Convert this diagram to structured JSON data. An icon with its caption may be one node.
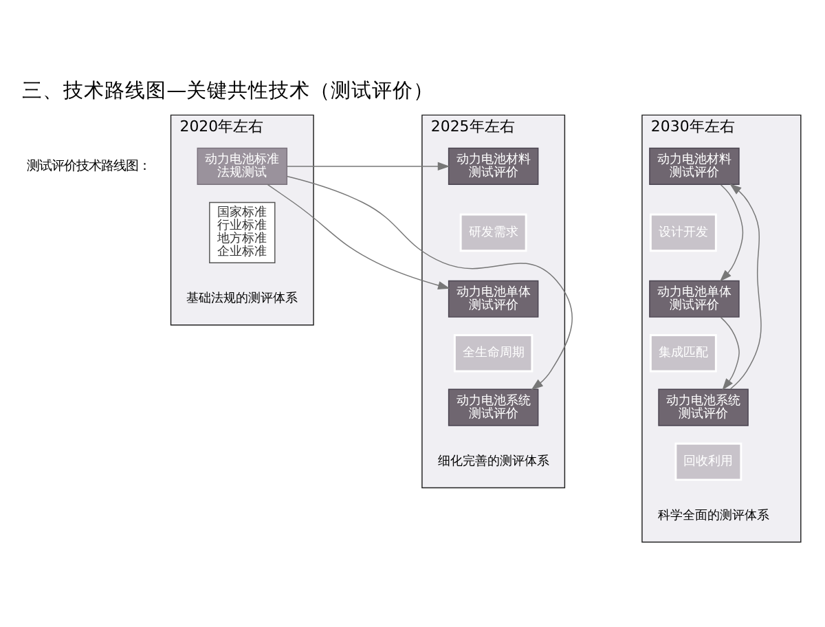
{
  "diagram": {
    "title": "三、技术路线图—关键共性技术（测试评价）",
    "nodes": [
      {
        "text": [
          "2020年左右"
        ],
        "beside": [
          "基础法规的测评体系"
        ]
      },
      {
        "text": [
          "动力电池标准法规测试"
        ],
        "in": 0
      },
      {
        "text": [
          "国家标准行业标准地方标准企业标准"
        ],
        "in": 0
      },
      {
        "text": [
          "2025年左右"
        ],
        "beside": [
          "细化完善的测评体系"
        ]
      },
      {
        "text": [
          "动力电池材料测试评价"
        ],
        "in": 3
      },
      {
        "text": [
          "研发需求"
        ],
        "in": 3
      },
      {
        "text": [
          "动力电池单体测试评价"
        ],
        "in": 3
      },
      {
        "text": [
          "全生命周期"
        ],
        "in": 3
      },
      {
        "text": [
          "动力电池系统测试评价"
        ],
        "in": 3
      },
      {
        "text": [
          "2030年左右"
        ],
        "beside": [
          "科学全面的测评体系"
        ]
      },
      {
        "text": [
          "动力电池材料测试评价"
        ],
        "in": 9
      },
      {
        "text": [
          "设计开发"
        ],
        "in": 9
      },
      {
        "text": [
          "动力电池单体测试评价"
        ],
        "in": 9
      },
      {
        "text": [
          "集成匹配"
        ],
        "in": 9
      },
      {
        "text": [
          "动力电池系统测试评价"
        ],
        "in": 9
      },
      {
        "text": [
          "回收利用"
        ],
        "in": 9
      }
    ],
    "edges": [
      {
        "from": 1,
        "to": 4,
        "arrow": "to"
      },
      {
        "from": 1,
        "to": 6,
        "arrow": "to"
      },
      {
        "from": 1,
        "to": 8,
        "arrow": "to"
      },
      {
        "from": 10,
        "to": 12,
        "arrow": "to"
      },
      {
        "from": 12,
        "to": 14,
        "arrow": "to"
      },
      {
        "from": 14,
        "to": 10,
        "arrow": "to"
      }
    ],
    "labels": [
      "测试评价技术路线图："
    ]
  }
}
